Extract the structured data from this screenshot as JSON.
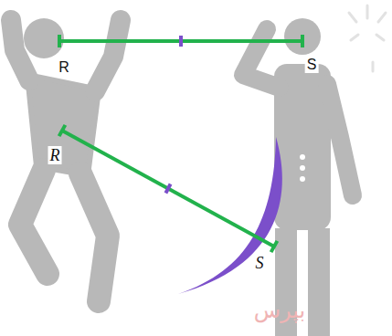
{
  "diagram": {
    "labels": [
      "R",
      "S",
      "R",
      "S",
      "بپرس"
    ]
  }
}
